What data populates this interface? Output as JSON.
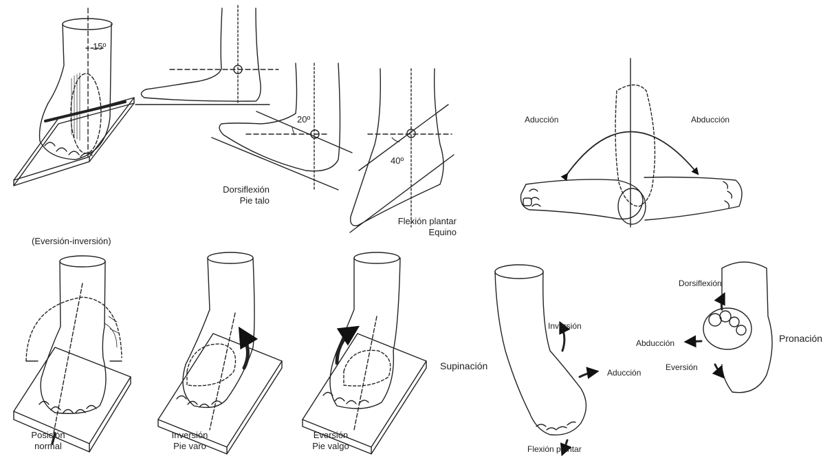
{
  "angles": {
    "rotation": "15º",
    "dorsiflexion": "20º",
    "plantar": "40º"
  },
  "labels": {
    "dorsiflexion_line1": "Dorsiflexión",
    "dorsiflexion_line2": "Pie talo",
    "plantar_line1": "Flexión plantar",
    "plantar_line2": "Equino",
    "aduccion_top": "Aducción",
    "abduccion_top": "Abducción",
    "eversion_inversion": "(Eversión-inversión)",
    "normal_line1": "Posición",
    "normal_line2": "normal",
    "inversion_line1": "Inversión",
    "inversion_line2": "Pie varo",
    "eversion_line1": "Eversión",
    "eversion_line2": "Pie valgo",
    "supinacion": "Supinación",
    "inversion_sup": "Inversión",
    "aduccion_sup": "Aducción",
    "flexion_plantar_sup": "Flexión plantar",
    "pronacion": "Pronación",
    "dorsiflexion_pro": "Dorsiflexión",
    "abduccion_pro": "Abducción",
    "eversion_pro": "Eversión"
  }
}
